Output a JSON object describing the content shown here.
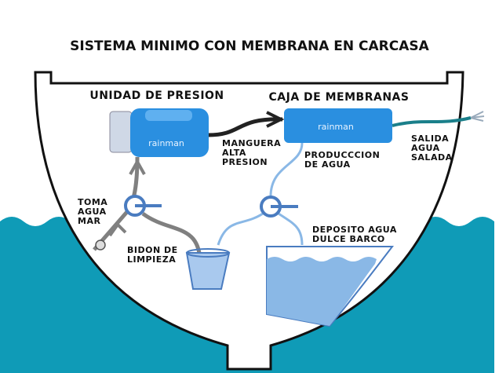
{
  "title": "SISTEMA MINIMO CON MEMBRANA EN CARCASA",
  "headers": {
    "pressure_unit": "UNIDAD DE PRESION",
    "membrane_box": "CAJA DE MEMBRANAS"
  },
  "brand": "rainman",
  "labels": {
    "hose": [
      "MANGUERA",
      "ALTA",
      "PRESION"
    ],
    "production": [
      "PRODUCCCION",
      "DE AGUA"
    ],
    "outlet": [
      "SALIDA",
      "AGUA",
      "SALADA"
    ],
    "intake": [
      "TOMA",
      "AGUA",
      "MAR"
    ],
    "cleaning": [
      "BIDON DE",
      "LIMPIEZA"
    ],
    "tank": [
      "DEPOSITO AGUA",
      "DULCE BARCO"
    ]
  },
  "colors": {
    "sea": "#0f9bb7",
    "device": "#2a8fe0",
    "fresh": "#8ab8e6",
    "salt": "#808080",
    "valve": "#4a7cc0"
  }
}
